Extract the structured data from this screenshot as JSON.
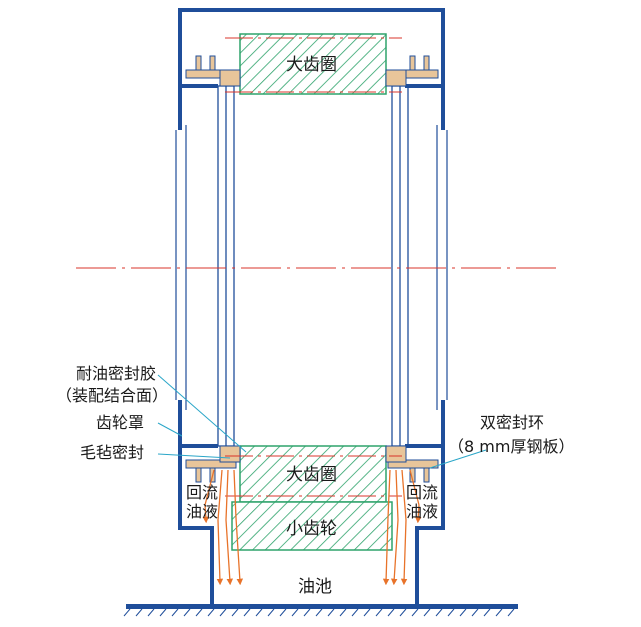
{
  "labels": {
    "big_ring_top": "大齿圈",
    "big_ring_bottom": "大齿圈",
    "pinion": "小齿轮",
    "oil_pool": "油池",
    "oil_resistant_sealant": "耐油密封胶",
    "assembly_surface": "（装配结合面）",
    "gear_cover": "齿轮罩",
    "felt_seal": "毛毡密封",
    "double_seal_ring": "双密封环",
    "steel_plate": "（8 mm厚钢板）",
    "return_left_1": "回流",
    "return_left_2": "油液",
    "return_right_1": "回流",
    "return_right_2": "油液"
  },
  "colors": {
    "structure": "#1f4e9a",
    "hatch": "#2ea36b",
    "centerline": "#d9342b",
    "oil_flow": "#e8732a",
    "gold_parts": "#e8c59a",
    "leader": "#2aa6c8"
  }
}
